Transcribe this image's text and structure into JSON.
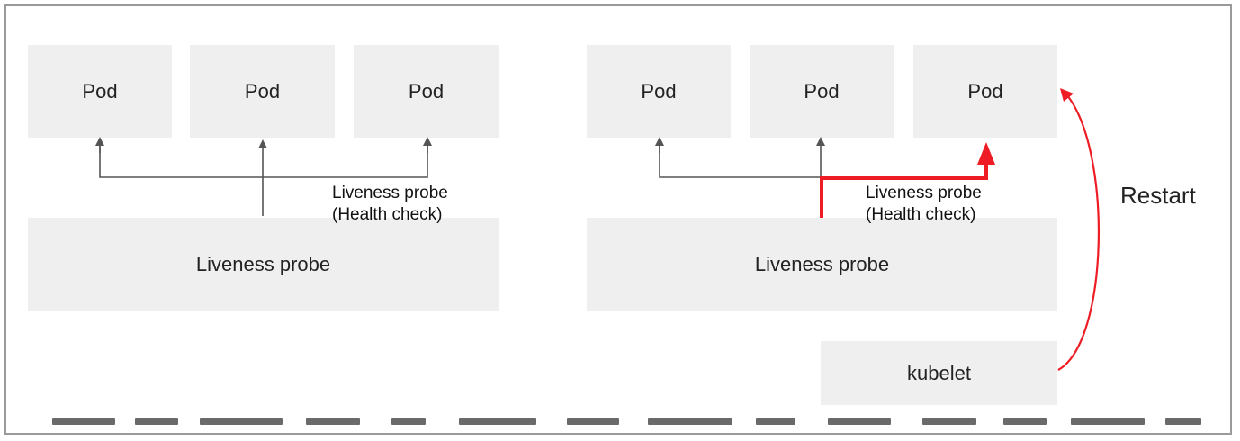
{
  "left_diagram": {
    "pods": [
      "Pod",
      "Pod",
      "Pod"
    ],
    "probe_label_line1": "Liveness probe",
    "probe_label_line2": "(Health check)",
    "probe_box": "Liveness probe"
  },
  "right_diagram": {
    "pods": [
      "Pod",
      "Pod",
      "Pod"
    ],
    "probe_label_line1": "Liveness probe",
    "probe_label_line2": "(Health check)",
    "probe_box": "Liveness probe",
    "kubelet": "kubelet",
    "restart_label": "Restart"
  },
  "colors": {
    "box_fill": "#efefef",
    "arrow_gray": "#555555",
    "highlight_red": "#ee1c25"
  }
}
